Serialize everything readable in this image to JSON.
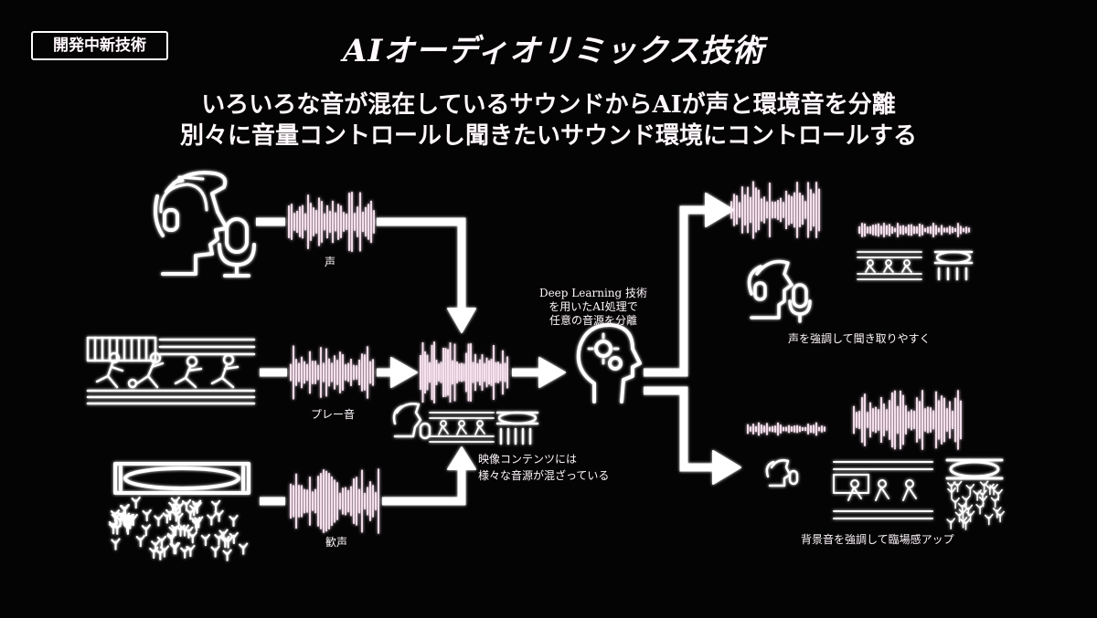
{
  "badge": "開発中新技術",
  "title": "AIオーディオリミックス技術",
  "subtitle_line1": "いろいろな音が混在しているサウンドからAIが声と環境音を分離",
  "subtitle_line2": "別々に音量コントロールし聞きたいサウンド環境にコントロールする",
  "inputs": {
    "voice_label": "声",
    "play_label": "プレー音",
    "cheer_label": "歓声"
  },
  "mixed_label_line1": "映像コンテンツには",
  "mixed_label_line2": "様々な音源が混ざっている",
  "ai_label_line1": "Deep Learning 技術",
  "ai_label_line2": "を用いたAI処理で",
  "ai_label_line3": "任意の音源を分離",
  "outputs": {
    "voice_emphasis": "声を強調して聞き取りやすく",
    "background_emphasis": "背景音を強調して臨場感アップ"
  },
  "icons": [
    "headset-person-icon",
    "microphone-icon",
    "soccer-players-icon",
    "stadium-icon",
    "crowd-icon",
    "brain-gears-icon",
    "waveform-icon",
    "arrow-icon"
  ],
  "colors": {
    "background": "#050405",
    "line": "#ffffff",
    "glow": "#ff7fd0"
  }
}
